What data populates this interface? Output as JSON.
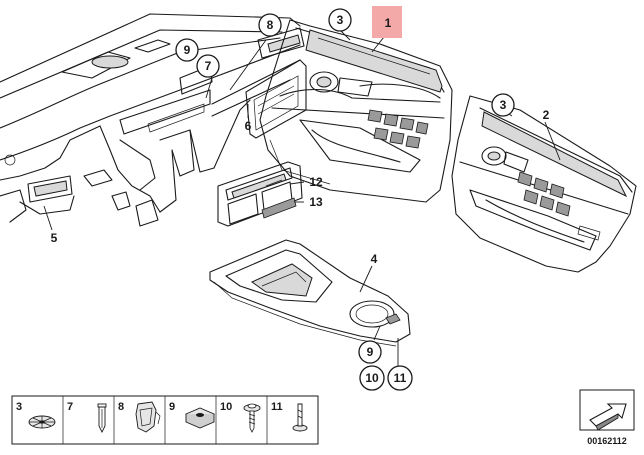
{
  "callouts": {
    "c1": "1",
    "c2": "2",
    "c3a": "3",
    "c3b": "3",
    "c4": "4",
    "c5": "5",
    "c6": "6",
    "c7a": "7",
    "c8a": "8",
    "c9a": "9",
    "c9b": "9",
    "c10": "10",
    "c11": "11",
    "c12": "12",
    "c13": "13"
  },
  "legend": [
    {
      "number": "3",
      "icon": "clip-round-icon"
    },
    {
      "number": "7",
      "icon": "expansion-rivet-icon"
    },
    {
      "number": "8",
      "icon": "bracket-clip-icon"
    },
    {
      "number": "9",
      "icon": "square-nut-clip-icon"
    },
    {
      "number": "10",
      "icon": "screw-washer-icon"
    },
    {
      "number": "11",
      "icon": "push-pin-icon"
    }
  ],
  "document_number": "00162112",
  "highlight_color": "#f4a9a9"
}
